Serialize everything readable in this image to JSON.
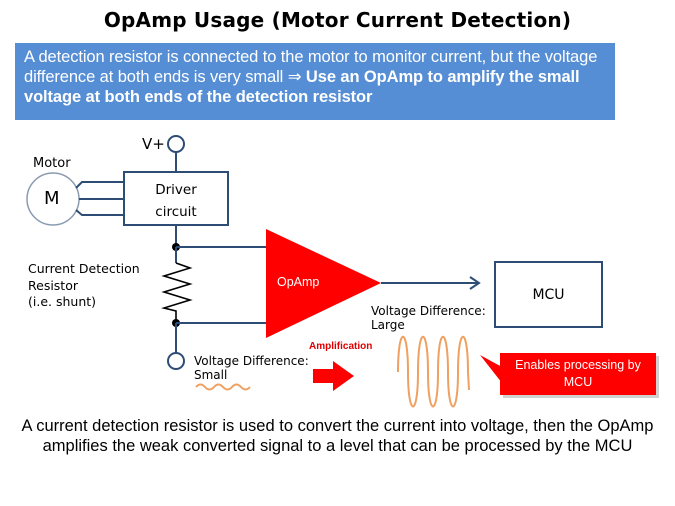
{
  "title": "OpAmp Usage (Motor Current Detection)",
  "banner": {
    "text_plain": "A detection resistor is connected to the motor to monitor current, but the voltage difference at both ends is very small ⇒ ",
    "text_bold": "Use an OpAmp to amplify the small voltage at both ends of the detection resistor",
    "background": "#558ed5"
  },
  "diagram": {
    "supply_label": "V+",
    "motor_label": "Motor",
    "motor_symbol": "M",
    "driver_line1": "Driver",
    "driver_line2": "circuit",
    "resistor_label_line1": "Current Detection",
    "resistor_label_line2": "Resistor",
    "resistor_label_line3": "(i.e.  shunt)",
    "opamp_label": "OpAmp",
    "mcu_label": "MCU",
    "small_label_line1": "Voltage Difference:",
    "small_label_line2": "Small",
    "large_label_line1": "Voltage Difference:",
    "large_label_line2": "Large",
    "amplification_label": "Amplification",
    "callout_text": "Enables processing by MCU",
    "colors": {
      "wire": "#1f3864",
      "accent_red": "#ff0000",
      "signal_orange": "#f4a460",
      "amplification_text": "#e00000"
    }
  },
  "footer": "A current detection resistor is used to convert the current into voltage, then the OpAmp amplifies the weak converted signal to a level that can be processed by the MCU"
}
